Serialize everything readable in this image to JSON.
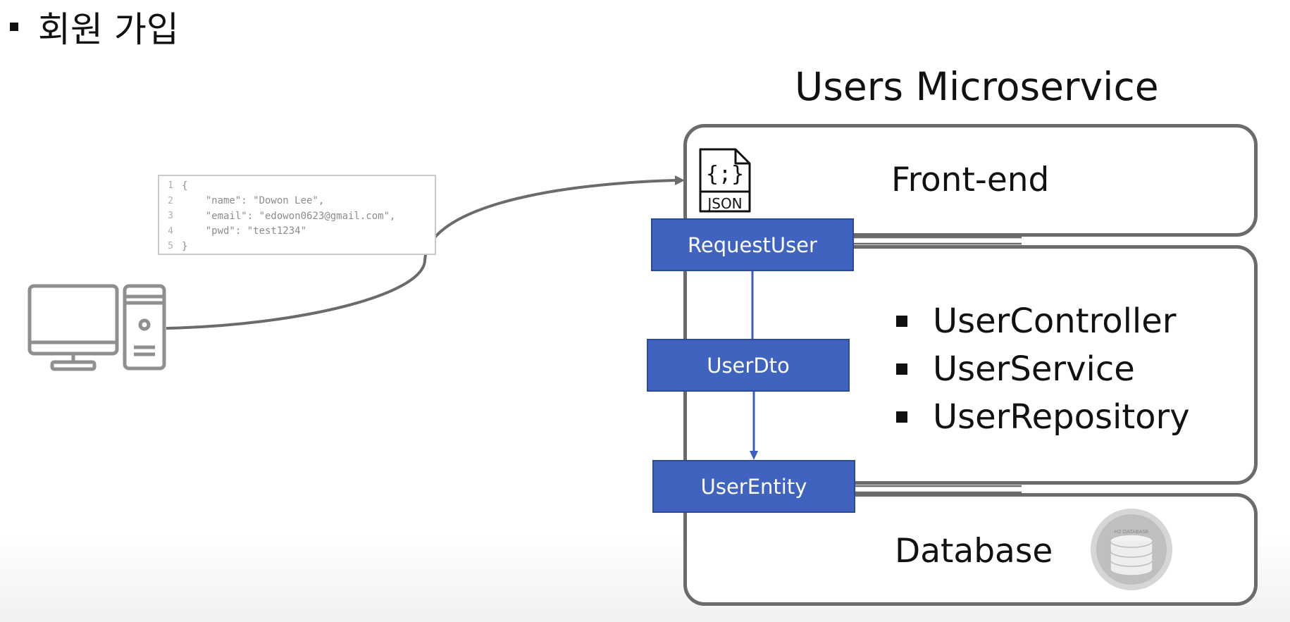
{
  "slide": {
    "title": "회원 가입"
  },
  "diagram": {
    "microservice_title": "Users Microservice",
    "frontend_label": "Front-end",
    "database_label": "Database",
    "json_icon_label": "JSON",
    "json_icon_braces": "{;}",
    "db_icon_caption": "H2 DATABASE",
    "layers": [
      "UserController",
      "UserService",
      "UserRepository"
    ],
    "models": {
      "request_user": "RequestUser",
      "user_dto": "UserDto",
      "user_entity": "UserEntity"
    },
    "request_json": {
      "line_numbers": [
        "1",
        "2",
        "3",
        "4",
        "5"
      ],
      "lines": [
        "{",
        "    \"name\": \"Dowon Lee\",",
        "    \"email\": \"edowon0623@gmail.com\",",
        "    \"pwd\": \"test1234\"",
        "}"
      ]
    }
  },
  "colors": {
    "model_box_fill": "#3f63bf",
    "panel_border": "#6b6b6b",
    "connector_gray": "#6b6b6b",
    "arrow_blue": "#3a5fbf"
  }
}
